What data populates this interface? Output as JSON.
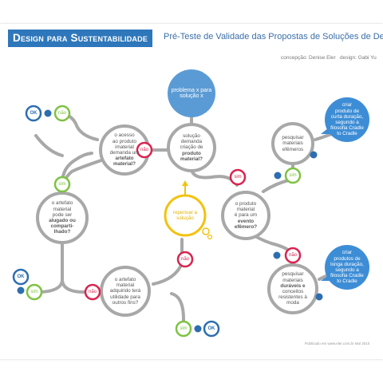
{
  "header": {
    "brand": "Design para Sustentabilidade",
    "subtitle": "Pré-Teste de Validade das Propostas de Soluções de Design"
  },
  "credits": {
    "concept": "concepção: Denise Eler",
    "design": "design: Gabi Yu"
  },
  "nodes": {
    "start": "problema x para solução x",
    "q_solution": [
      "solução",
      "demanda",
      "criação de",
      "produto",
      "material?"
    ],
    "q_access": [
      "o acesso",
      "ao produto",
      "imaterial",
      "demanda um",
      "artefato",
      "material?"
    ],
    "q_rent": [
      "o artefato",
      "material",
      "pode ser",
      "alugado ou",
      "comparti-",
      "lhado?"
    ],
    "q_reuse": [
      "o artefato",
      "material",
      "adquirido terá",
      "utilidade para",
      "outros fins?"
    ],
    "q_event": [
      "o produto",
      "material",
      "é para um",
      "evento",
      "efêmero?"
    ],
    "rethink": [
      "repensar a",
      "solução"
    ],
    "ephemeral": [
      "pesquisar",
      "materiais",
      "efêmeros"
    ],
    "durable": [
      "pesquisar",
      "materiais",
      "duráveis e",
      "conceitos",
      "resistentes à",
      "moda"
    ],
    "create_short": [
      "criar",
      "produto de",
      "curta duração,",
      "segundo a",
      "filosofia Cradle",
      "to Cradle"
    ],
    "create_long": [
      "criar",
      "produtos de",
      "longa duração,",
      "segundo a",
      "filosofia Cradle",
      "to Cradle"
    ]
  },
  "labels": {
    "yes": "sim",
    "no": "não",
    "ok": "OK"
  },
  "footer": "Publicado em www.eler.com.br    Mai 2010",
  "colors": {
    "brand": "#2e77bb",
    "blue_node": "#5b9bd5",
    "gray_line": "#a8a8a8",
    "yes_green": "#7dc242",
    "no_red": "#d9234f",
    "rethink_yellow": "#f2c20f",
    "ok_blue": "#2d6eb0"
  }
}
